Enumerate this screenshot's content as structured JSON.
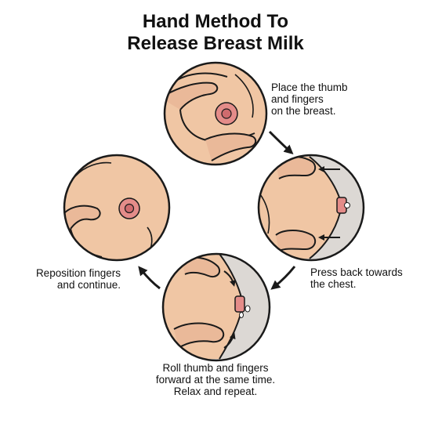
{
  "title": {
    "line1": "Hand Method To",
    "line2": "Release Breast Milk"
  },
  "steps": [
    {
      "line1": "Place the thumb",
      "line2": "and fingers",
      "line3": "on the breast."
    },
    {
      "line1": "Press back towards",
      "line2": "the chest."
    },
    {
      "line1": "Roll thumb and fingers",
      "line2": "forward at the same time.",
      "line3": "Relax and repeat."
    },
    {
      "line1": "Reposition fingers",
      "line2": "and continue."
    }
  ],
  "colors": {
    "skin": "#f0c6a4",
    "skin_dark": "#e3ab86",
    "areola": "#e48c89",
    "nipple": "#cf6b6e",
    "background_gray": "#dcd8d4",
    "outline": "#1a1a1a",
    "milk": "#ffffff"
  },
  "icons": [
    "curved-arrow-icon",
    "press-arrow-icon",
    "roll-arrow-icon"
  ]
}
